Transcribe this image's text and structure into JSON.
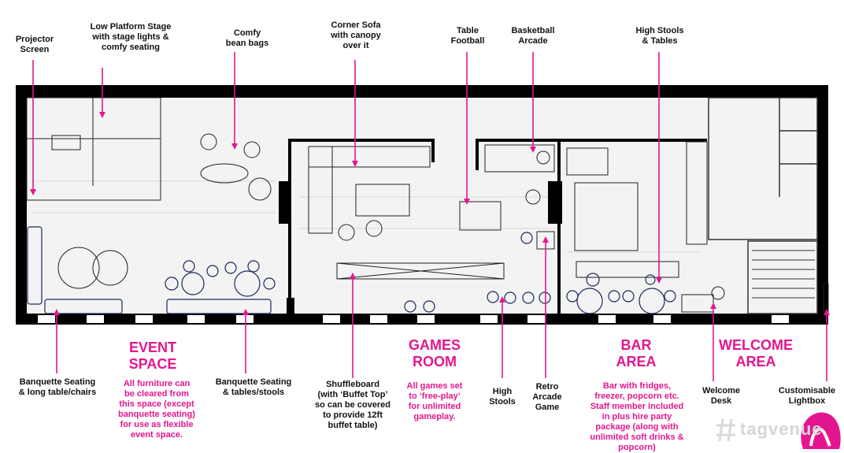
{
  "callouts": {
    "projector_screen": "Projector\nScreen",
    "low_platform_stage": "Low Platform Stage\nwith stage lights &\ncomfy seating",
    "comfy_bean_bags": "Comfy\nbean bags",
    "corner_sofa": "Corner Sofa\nwith canopy\nover it",
    "table_football": "Table\nFootball",
    "basketball_arcade": "Basketball\nArcade",
    "high_stools_tables": "High Stools\n& Tables",
    "banquette_long_table": "Banquette Seating\n& long table/chairs",
    "banquette_tables_stools": "Banquette Seating\n& tables/stools",
    "shuffleboard": "Shuffleboard\n(with ‘Buffet Top’\nso can be covered\nto provide 12ft\nbuffet table)",
    "high_stools": "High\nStools",
    "retro_arcade": "Retro\nArcade\nGame",
    "welcome_desk": "Welcome\nDesk",
    "customisable_lightbox": "Customisable\nLightbox"
  },
  "zones": {
    "event_space": {
      "title": "EVENT\nSPACE",
      "description": "All furniture can\nbe cleared from\nthis space (except\nbanquette seating)\nfor use as flexible\nevent space."
    },
    "games_room": {
      "title": "GAMES\nROOM",
      "description": "All games set\nto ‘free-play’\nfor unlimited\ngameplay."
    },
    "bar_area": {
      "title": "BAR\nAREA",
      "description": "Bar with fridges,\nfreezer, popcorn etc.\nStaff member included\nin plus hire party\npackage (along with\nunlimited soft drinks &\npopcorn)"
    },
    "welcome_area": {
      "title": "WELCOME\nAREA"
    }
  },
  "watermark": "tagvenue",
  "colors": {
    "accent": "#e4168f",
    "wall": "#000000",
    "floor": "#f3f3f3",
    "furniture_outline": "#1b2a5c"
  },
  "icons": [
    "logo-blob-icon",
    "watermark-hash-icon"
  ]
}
